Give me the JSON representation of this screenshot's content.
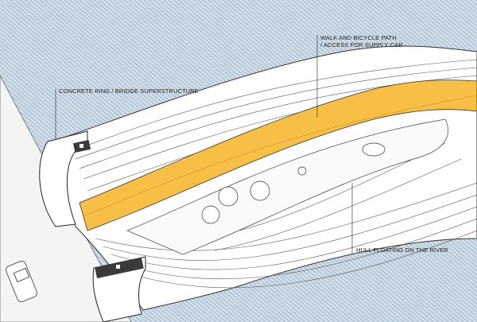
{
  "labels": {
    "concrete_ring": "CONCRETE RING / BRIDGE SUPERSTRUCTURE",
    "walk_path_line1": "WALK AND BICYCLE PATH",
    "walk_path_line2": "/ ACCESS FOR SUPPLY CAR",
    "hull": "HULL FLOATING ON THE RIVER"
  },
  "colors": {
    "water": "#c8d8e5",
    "hatch": "#8fa9bf",
    "path": "#f7bf45",
    "hull": "#ffffff",
    "ring": "#3a3a3a"
  }
}
